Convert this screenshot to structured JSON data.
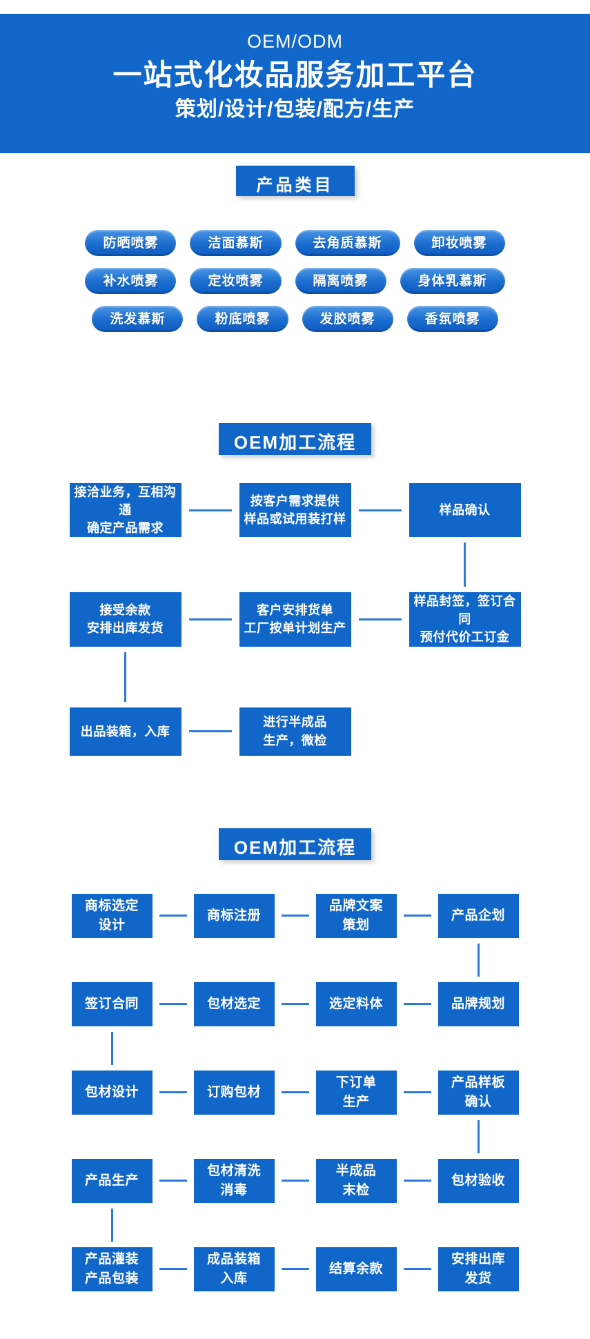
{
  "header": {
    "line1": "OEM/ODM",
    "line2": "一站式化妆品服务加工平台",
    "line3": "策划/设计/包装/配方/生产"
  },
  "products": {
    "title": "产品类目",
    "pill_rows": [
      [
        "防晒喷雾",
        "洁面慕斯",
        "去角质慕斯",
        "卸妆喷雾"
      ],
      [
        "补水喷雾",
        "定妆喷雾",
        "隔离喷雾",
        "身体乳慕斯"
      ],
      [
        "洗发慕斯",
        "粉底喷雾",
        "发胶喷雾",
        "香氛喷雾"
      ]
    ]
  },
  "oem_flow": {
    "title": "OEM加工流程",
    "rows": [
      {
        "boxes": [
          "接洽业务，互相沟通\n确定产品需求",
          "按客户需求提供\n样品或试用装打样",
          "样品确认"
        ],
        "v_after": 2
      },
      {
        "boxes": [
          "接受余款\n安排出库发货",
          "客户安排货单\n工厂按单计划生产",
          "样品封签，签订合同\n预付代价工订金"
        ],
        "v_after": 0
      },
      {
        "boxes": [
          "出品装箱，入库",
          "进行半成品\n生产，微检"
        ],
        "v_after": null
      }
    ]
  },
  "odm_flow": {
    "title": "OEM加工流程",
    "rows": [
      {
        "boxes": [
          "商标选定\n设计",
          "商标注册",
          "品牌文案\n策划",
          "产品企划"
        ],
        "v_after": 3
      },
      {
        "boxes": [
          "签订合同",
          "包材选定",
          "选定料体",
          "品牌规划"
        ],
        "v_after": 0
      },
      {
        "boxes": [
          "包材设计",
          "订购包材",
          "下订单\n生产",
          "产品样板\n确认"
        ],
        "v_after": 3
      },
      {
        "boxes": [
          "产品生产",
          "包材清洗\n消毒",
          "半成品\n末检",
          "包材验收"
        ],
        "v_after": 0
      },
      {
        "boxes": [
          "产品灌装\n产品包装",
          "成品装箱\n入库",
          "结算余款",
          "安排出库\n发货"
        ],
        "v_after": null
      }
    ]
  },
  "colors": {
    "primary_blue": "#1166c9",
    "connector_blue": "#2a7ade",
    "pill_gradient_top": "#4a95e5",
    "pill_bottom_edge": "#0b4fa6"
  }
}
